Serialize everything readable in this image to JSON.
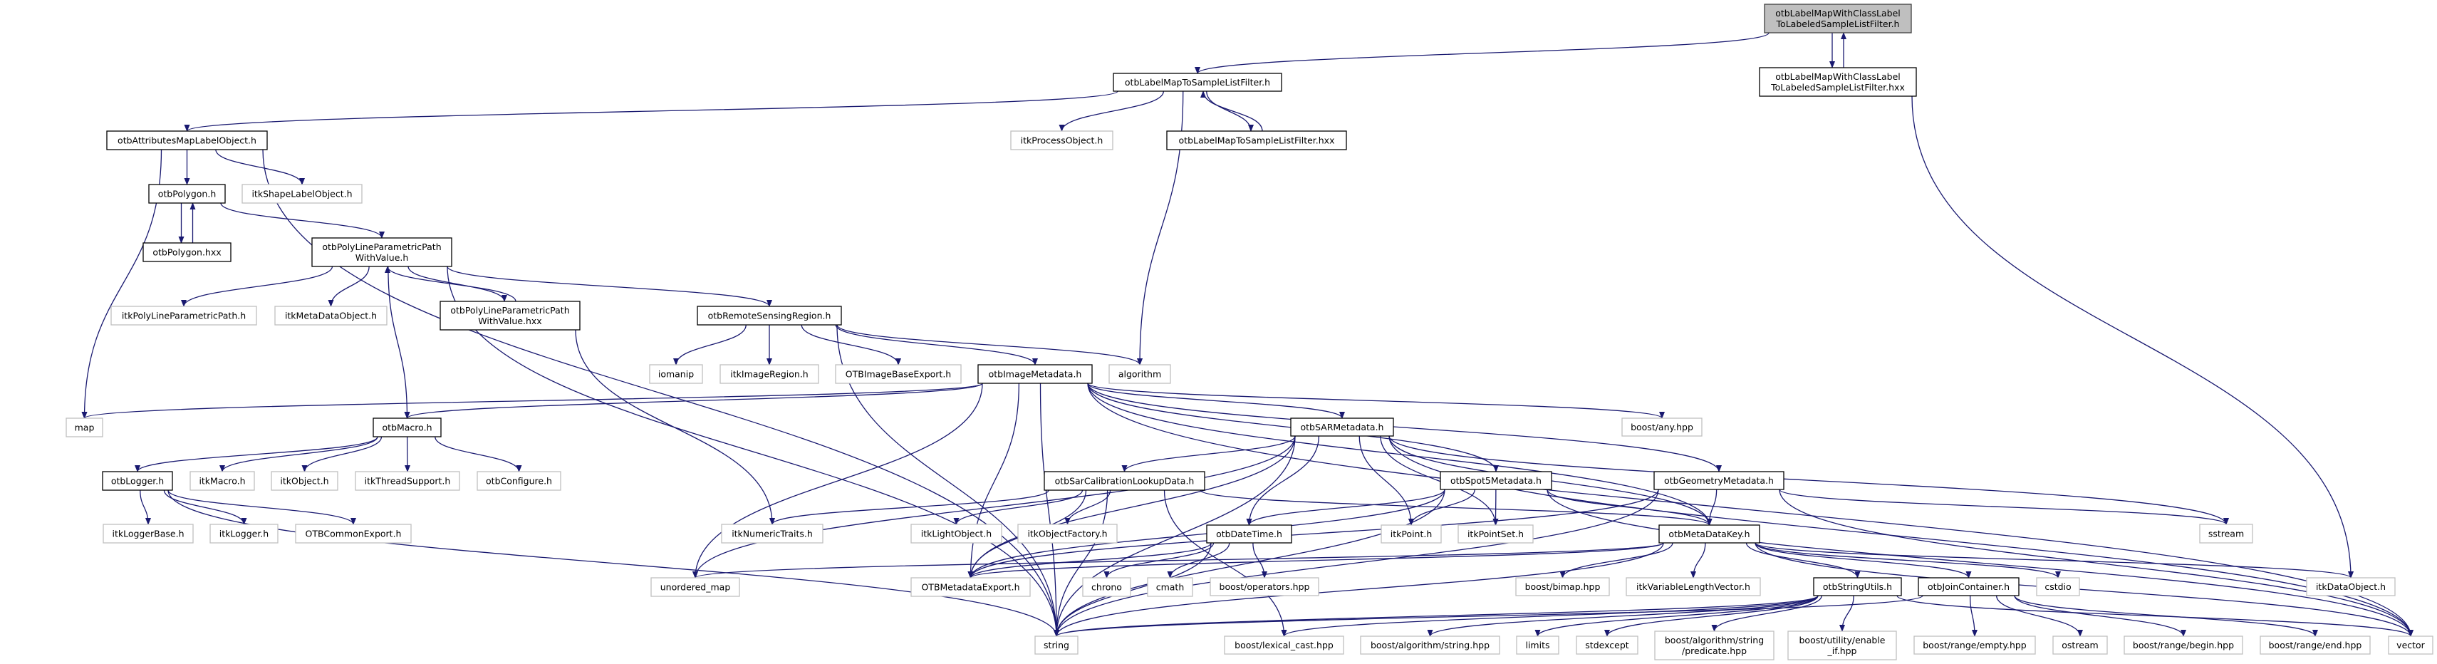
{
  "colors": {
    "edge": "#191970",
    "focus_fill": "#bfbfbf",
    "focus_border": "#404040",
    "documented_border": "#000000",
    "external_border": "#bfbfbf",
    "node_fill": "#ffffff"
  },
  "graph": {
    "nodes": [
      {
        "lines": [
          "otbLabelMapWithClassLabel",
          "ToLabeledSampleListFilter.h"
        ],
        "kind": "focus"
      },
      {
        "lines": [
          "otbLabelMapWithClassLabel",
          "ToLabeledSampleListFilter.hxx"
        ],
        "kind": "documented"
      },
      {
        "lines": [
          "otbLabelMapToSampleListFilter.h"
        ],
        "kind": "documented"
      },
      {
        "lines": [
          "otbLabelMapToSampleListFilter.hxx"
        ],
        "kind": "documented"
      },
      {
        "lines": [
          "itkProcessObject.h"
        ],
        "kind": "external"
      },
      {
        "lines": [
          "otbAttributesMapLabelObject.h"
        ],
        "kind": "documented"
      },
      {
        "lines": [
          "otbPolygon.h"
        ],
        "kind": "documented"
      },
      {
        "lines": [
          "itkShapeLabelObject.h"
        ],
        "kind": "external"
      },
      {
        "lines": [
          "otbPolygon.hxx"
        ],
        "kind": "documented"
      },
      {
        "lines": [
          "otbPolyLineParametricPath",
          "WithValue.h"
        ],
        "kind": "documented"
      },
      {
        "lines": [
          "itkPolyLineParametricPath.h"
        ],
        "kind": "external"
      },
      {
        "lines": [
          "itkMetaDataObject.h"
        ],
        "kind": "external"
      },
      {
        "lines": [
          "otbPolyLineParametricPath",
          "WithValue.hxx"
        ],
        "kind": "documented"
      },
      {
        "lines": [
          "otbRemoteSensingRegion.h"
        ],
        "kind": "documented"
      },
      {
        "lines": [
          "iomanip"
        ],
        "kind": "external"
      },
      {
        "lines": [
          "itkImageRegion.h"
        ],
        "kind": "external"
      },
      {
        "lines": [
          "OTBImageBaseExport.h"
        ],
        "kind": "external"
      },
      {
        "lines": [
          "otbImageMetadata.h"
        ],
        "kind": "documented"
      },
      {
        "lines": [
          "algorithm"
        ],
        "kind": "external"
      },
      {
        "lines": [
          "map"
        ],
        "kind": "external"
      },
      {
        "lines": [
          "otbMacro.h"
        ],
        "kind": "documented"
      },
      {
        "lines": [
          "otbLogger.h"
        ],
        "kind": "documented"
      },
      {
        "lines": [
          "itkMacro.h"
        ],
        "kind": "external"
      },
      {
        "lines": [
          "itkObject.h"
        ],
        "kind": "external"
      },
      {
        "lines": [
          "itkThreadSupport.h"
        ],
        "kind": "external"
      },
      {
        "lines": [
          "otbConfigure.h"
        ],
        "kind": "external"
      },
      {
        "lines": [
          "itkLoggerBase.h"
        ],
        "kind": "external"
      },
      {
        "lines": [
          "itkLogger.h"
        ],
        "kind": "external"
      },
      {
        "lines": [
          "OTBCommonExport.h"
        ],
        "kind": "external"
      },
      {
        "lines": [
          "otbSARMetadata.h"
        ],
        "kind": "documented"
      },
      {
        "lines": [
          "boost/any.hpp"
        ],
        "kind": "external"
      },
      {
        "lines": [
          "otbSarCalibrationLookupData.h"
        ],
        "kind": "documented"
      },
      {
        "lines": [
          "otbSpot5Metadata.h"
        ],
        "kind": "documented"
      },
      {
        "lines": [
          "otbGeometryMetadata.h"
        ],
        "kind": "documented"
      },
      {
        "lines": [
          "itkNumericTraits.h"
        ],
        "kind": "external"
      },
      {
        "lines": [
          "itkLightObject.h"
        ],
        "kind": "external"
      },
      {
        "lines": [
          "itkObjectFactory.h"
        ],
        "kind": "external"
      },
      {
        "lines": [
          "otbDateTime.h"
        ],
        "kind": "documented"
      },
      {
        "lines": [
          "itkPoint.h"
        ],
        "kind": "external"
      },
      {
        "lines": [
          "itkPointSet.h"
        ],
        "kind": "external"
      },
      {
        "lines": [
          "otbMetaDataKey.h"
        ],
        "kind": "documented"
      },
      {
        "lines": [
          "sstream"
        ],
        "kind": "external"
      },
      {
        "lines": [
          "unordered_map"
        ],
        "kind": "external"
      },
      {
        "lines": [
          "OTBMetadataExport.h"
        ],
        "kind": "external"
      },
      {
        "lines": [
          "chrono"
        ],
        "kind": "external"
      },
      {
        "lines": [
          "cmath"
        ],
        "kind": "external"
      },
      {
        "lines": [
          "boost/operators.hpp"
        ],
        "kind": "external"
      },
      {
        "lines": [
          "boost/bimap.hpp"
        ],
        "kind": "external"
      },
      {
        "lines": [
          "itkVariableLengthVector.h"
        ],
        "kind": "external"
      },
      {
        "lines": [
          "otbStringUtils.h"
        ],
        "kind": "documented"
      },
      {
        "lines": [
          "otbJoinContainer.h"
        ],
        "kind": "documented"
      },
      {
        "lines": [
          "cstdio"
        ],
        "kind": "external"
      },
      {
        "lines": [
          "itkDataObject.h"
        ],
        "kind": "external"
      },
      {
        "lines": [
          "string"
        ],
        "kind": "external"
      },
      {
        "lines": [
          "boost/lexical_cast.hpp"
        ],
        "kind": "external"
      },
      {
        "lines": [
          "boost/algorithm/string.hpp"
        ],
        "kind": "external"
      },
      {
        "lines": [
          "limits"
        ],
        "kind": "external"
      },
      {
        "lines": [
          "stdexcept"
        ],
        "kind": "external"
      },
      {
        "lines": [
          "boost/algorithm/string",
          "/predicate.hpp"
        ],
        "kind": "external"
      },
      {
        "lines": [
          "boost/utility/enable",
          "_if.hpp"
        ],
        "kind": "external"
      },
      {
        "lines": [
          "boost/range/empty.hpp"
        ],
        "kind": "external"
      },
      {
        "lines": [
          "ostream"
        ],
        "kind": "external"
      },
      {
        "lines": [
          "boost/range/begin.hpp"
        ],
        "kind": "external"
      },
      {
        "lines": [
          "boost/range/end.hpp"
        ],
        "kind": "external"
      },
      {
        "lines": [
          "vector"
        ],
        "kind": "external"
      }
    ],
    "edges": [
      [
        0,
        2
      ],
      [
        0,
        1
      ],
      [
        1,
        0
      ],
      [
        1,
        52
      ],
      [
        2,
        5
      ],
      [
        2,
        4
      ],
      [
        2,
        3
      ],
      [
        3,
        2
      ],
      [
        2,
        18
      ],
      [
        5,
        6
      ],
      [
        5,
        7
      ],
      [
        5,
        19
      ],
      [
        5,
        53
      ],
      [
        6,
        8
      ],
      [
        8,
        6
      ],
      [
        6,
        9
      ],
      [
        9,
        10
      ],
      [
        9,
        11
      ],
      [
        9,
        12
      ],
      [
        12,
        9
      ],
      [
        9,
        20
      ],
      [
        9,
        13
      ],
      [
        9,
        53
      ],
      [
        12,
        34
      ],
      [
        13,
        14
      ],
      [
        13,
        15
      ],
      [
        13,
        16
      ],
      [
        13,
        17
      ],
      [
        13,
        18
      ],
      [
        13,
        53
      ],
      [
        17,
        19
      ],
      [
        17,
        20
      ],
      [
        17,
        42
      ],
      [
        17,
        43
      ],
      [
        17,
        53
      ],
      [
        17,
        29
      ],
      [
        17,
        30
      ],
      [
        17,
        33
      ],
      [
        17,
        64
      ],
      [
        17,
        40
      ],
      [
        17,
        32
      ],
      [
        20,
        21
      ],
      [
        20,
        22
      ],
      [
        20,
        23
      ],
      [
        20,
        24
      ],
      [
        20,
        25
      ],
      [
        21,
        26
      ],
      [
        21,
        27
      ],
      [
        21,
        28
      ],
      [
        21,
        53
      ],
      [
        29,
        31
      ],
      [
        29,
        37
      ],
      [
        29,
        38
      ],
      [
        29,
        39
      ],
      [
        29,
        40
      ],
      [
        29,
        53
      ],
      [
        29,
        42
      ],
      [
        29,
        43
      ],
      [
        29,
        64
      ],
      [
        29,
        41
      ],
      [
        31,
        34
      ],
      [
        31,
        35
      ],
      [
        31,
        36
      ],
      [
        31,
        43
      ],
      [
        31,
        53
      ],
      [
        31,
        40
      ],
      [
        31,
        54
      ],
      [
        32,
        37
      ],
      [
        32,
        38
      ],
      [
        32,
        39
      ],
      [
        32,
        40
      ],
      [
        32,
        43
      ],
      [
        32,
        53
      ],
      [
        32,
        64
      ],
      [
        33,
        40
      ],
      [
        33,
        43
      ],
      [
        33,
        53
      ],
      [
        33,
        41
      ],
      [
        33,
        64
      ],
      [
        37,
        43
      ],
      [
        37,
        53
      ],
      [
        37,
        44
      ],
      [
        37,
        45
      ],
      [
        37,
        46
      ],
      [
        40,
        42
      ],
      [
        40,
        43
      ],
      [
        40,
        53
      ],
      [
        40,
        47
      ],
      [
        40,
        48
      ],
      [
        40,
        49
      ],
      [
        40,
        50
      ],
      [
        40,
        51
      ],
      [
        40,
        52
      ],
      [
        40,
        64
      ],
      [
        49,
        53
      ],
      [
        49,
        54
      ],
      [
        49,
        55
      ],
      [
        49,
        56
      ],
      [
        49,
        57
      ],
      [
        49,
        58
      ],
      [
        49,
        59
      ],
      [
        49,
        64
      ],
      [
        50,
        53
      ],
      [
        50,
        60
      ],
      [
        50,
        61
      ],
      [
        50,
        62
      ],
      [
        50,
        63
      ]
    ]
  }
}
